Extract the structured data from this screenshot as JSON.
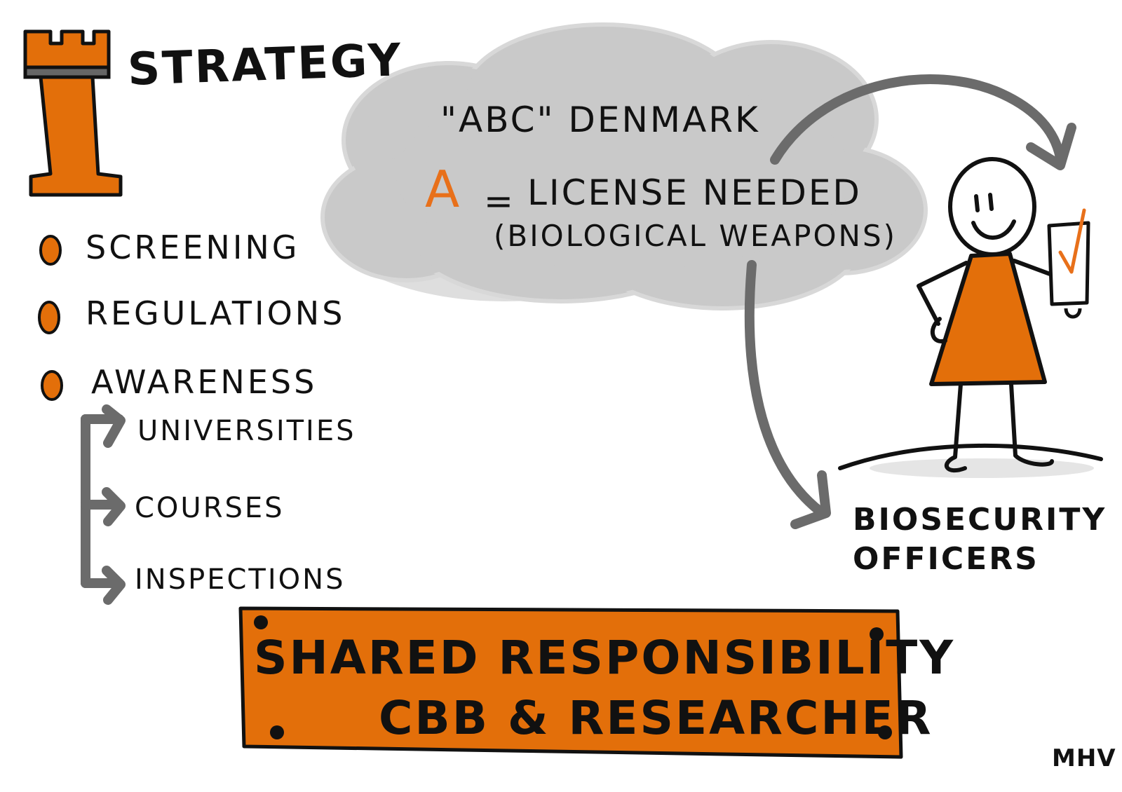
{
  "title": "STRATEGY",
  "bullets": [
    "SCREENING",
    "REGULATIONS",
    "AWARENESS"
  ],
  "sub_items": [
    "UNIVERSITIES",
    "COURSES",
    "INSPECTIONS"
  ],
  "cloud": {
    "line1": "\"ABC\" DENMARK",
    "letter": "A",
    "equals": "=",
    "line2": "LICENSE NEEDED",
    "line3": "(BIOLOGICAL WEAPONS)"
  },
  "figure_label": "BIOSECURITY OFFICERS",
  "banner": {
    "line1": "SHARED RESPONSIBILITY",
    "line2": "CBB & RESEARCHER"
  },
  "signature": "MHV",
  "colors": {
    "orange": "#e36f0a",
    "gray": "#6b6b6b",
    "cloud": "#c9c9c9",
    "ink": "#111111"
  }
}
